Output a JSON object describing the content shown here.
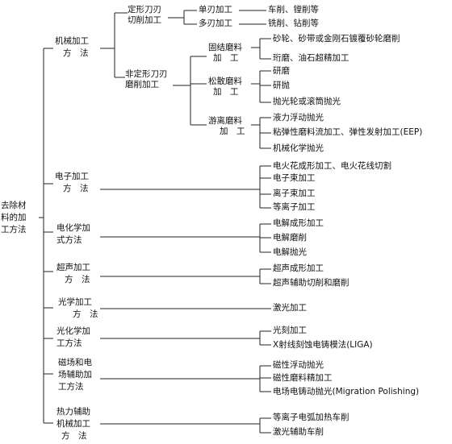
{
  "root": [
    "去除材",
    "料的加",
    "工方法"
  ],
  "categories": [
    {
      "lines": [
        "机械加工",
        "方　法"
      ]
    },
    {
      "lines": [
        "电子加工",
        "方　法"
      ]
    },
    {
      "lines": [
        "电化学加",
        "式方法"
      ]
    },
    {
      "lines": [
        "超声加工",
        "方　法"
      ]
    },
    {
      "lines": [
        "光学加工",
        "方　法"
      ]
    },
    {
      "lines": [
        "光化学加",
        "工方法"
      ]
    },
    {
      "lines": [
        "磁场和电",
        "场辅助加",
        "工方法"
      ]
    },
    {
      "lines": [
        "热力辅助",
        "机械加工",
        "方　法"
      ]
    }
  ],
  "mech": {
    "fixed": {
      "lines": [
        "定形刀刃",
        "切削加工"
      ]
    },
    "nonfixed": {
      "lines": [
        "非定形刀刃",
        "磨削加工"
      ]
    },
    "single": "单刃加工",
    "multi": "多刃加工",
    "single_leaf": "车削、镗削等",
    "multi_leaf": "铣削、钻削等",
    "fixed_abr": {
      "lines": [
        "固结磨料",
        "加　工"
      ]
    },
    "loose_abr": {
      "lines": [
        "松散磨料",
        "加　工"
      ]
    },
    "free_abr": {
      "lines": [
        "游离磨料",
        "加　工"
      ]
    },
    "fixed_abr_leaves": [
      "砂轮、砂带或金刚石镀覆砂轮磨削",
      "珩磨、油石超精加工"
    ],
    "loose_abr_leaves": [
      "研磨",
      "研抛",
      "抛光轮或滚筒抛光"
    ],
    "free_abr_leaves": [
      "液力浮动抛光",
      "粘弹性磨料流加工、弹性发射加工(EEP)",
      "机械化学抛光"
    ]
  },
  "leaves": {
    "electron": [
      "电火花成形加工、电火花线切割",
      "电子束加工",
      "离子束加工",
      "等离子加工"
    ],
    "electrochem": [
      "电解成形加工",
      "电解磨削",
      "电解抛光"
    ],
    "ultrasonic": [
      "超声成形加工",
      "超声辅助切削和磨削"
    ],
    "optical": [
      "激光加工"
    ],
    "photochem": [
      "光刻加工",
      "X射线刻蚀电铸模法(LIGA)"
    ],
    "field": [
      "磁性浮动抛光",
      "磁性磨料精加工",
      "电场电铸动抛光(Migration Polishing)"
    ],
    "thermal": [
      "等离子电弧加热车削",
      "激光辅助车削"
    ]
  }
}
